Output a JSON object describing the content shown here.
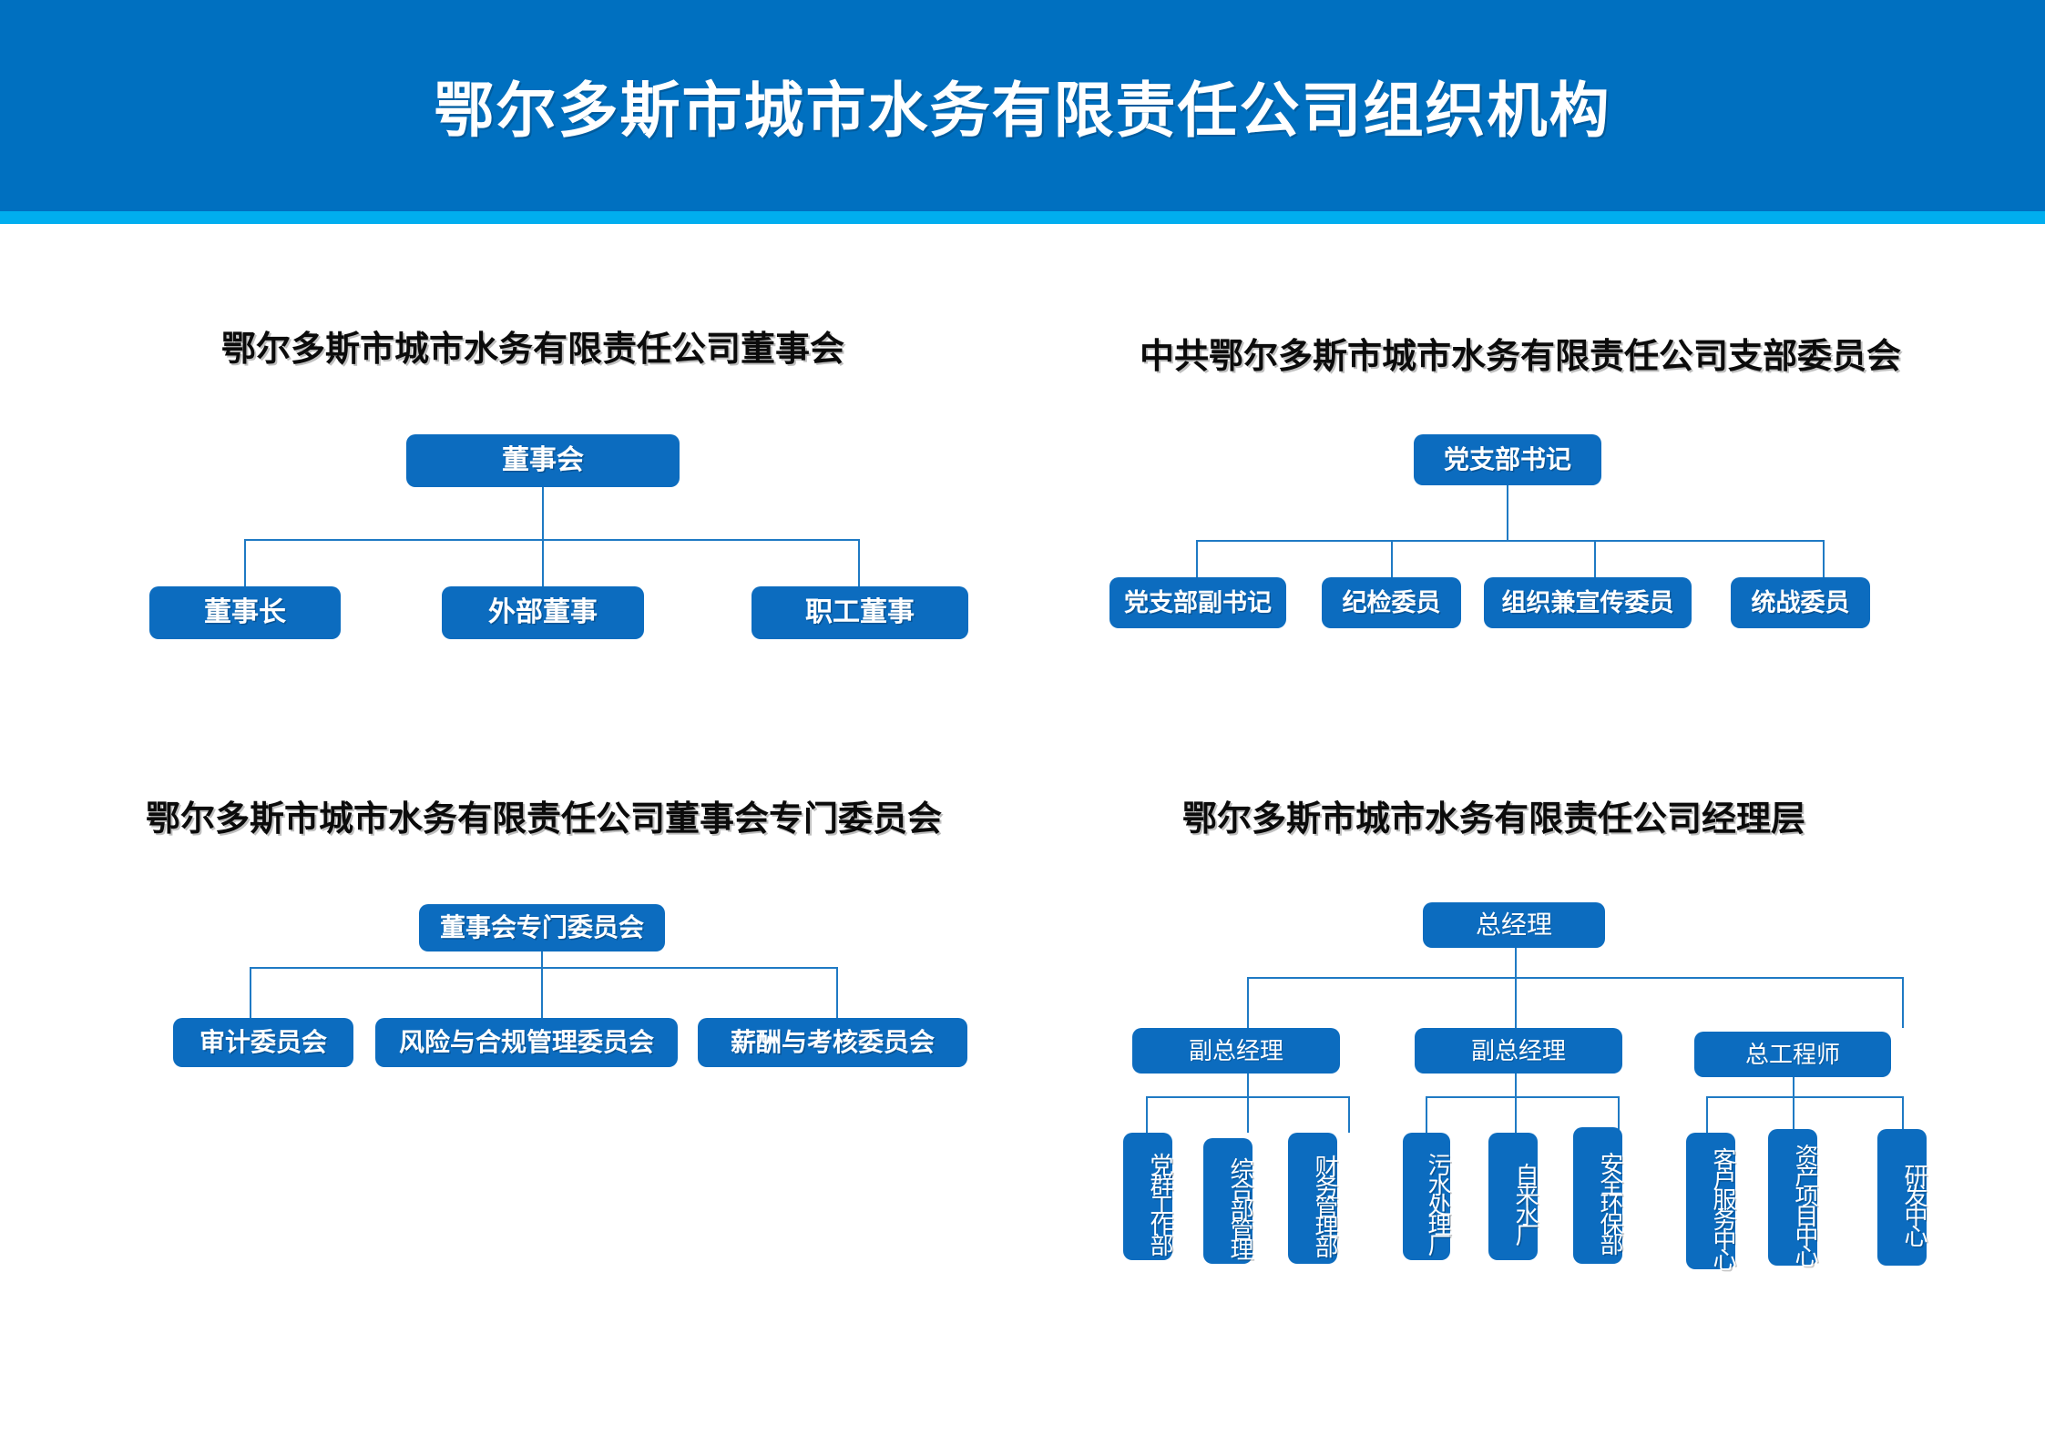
{
  "header": {
    "title": "鄂尔多斯市城市水务有限责任公司组织机构",
    "banner_color": "#0070C0",
    "accent_color": "#00AEEF"
  },
  "theme": {
    "node_fill": "#0C6CBF",
    "connector_color": "#1F7AC4",
    "node_text_color": "#FFFFFF",
    "title_text_color": "#0B0B0B"
  },
  "sections": {
    "board": {
      "title": "鄂尔多斯市城市水务有限责任公司董事会",
      "root": "董事会",
      "children": [
        "董事长",
        "外部董事",
        "职工董事"
      ]
    },
    "party": {
      "title": "中共鄂尔多斯市城市水务有限责任公司支部委员会",
      "root": "党支部书记",
      "children": [
        "党支部副书记",
        "纪检委员",
        "组织兼宣传委员",
        "统战委员"
      ]
    },
    "committees": {
      "title": "鄂尔多斯市城市水务有限责任公司董事会专门委员会",
      "root": "董事会专门委员会",
      "children": [
        "审计委员会",
        "风险与合规管理委员会",
        "薪酬与考核委员会"
      ]
    },
    "management": {
      "title": "鄂尔多斯市城市水务有限责任公司经理层",
      "root": "总经理",
      "branches": [
        {
          "label": "副总经理",
          "departments": [
            "党群工作部",
            "综合部管理",
            "财务管理部"
          ]
        },
        {
          "label": "副总经理",
          "departments": [
            "污水处理厂",
            "自来水厂",
            "安全环保部"
          ]
        },
        {
          "label": "总工程师",
          "departments": [
            "客户服务中心",
            "资产项目中心",
            "研发中心"
          ]
        }
      ]
    }
  }
}
